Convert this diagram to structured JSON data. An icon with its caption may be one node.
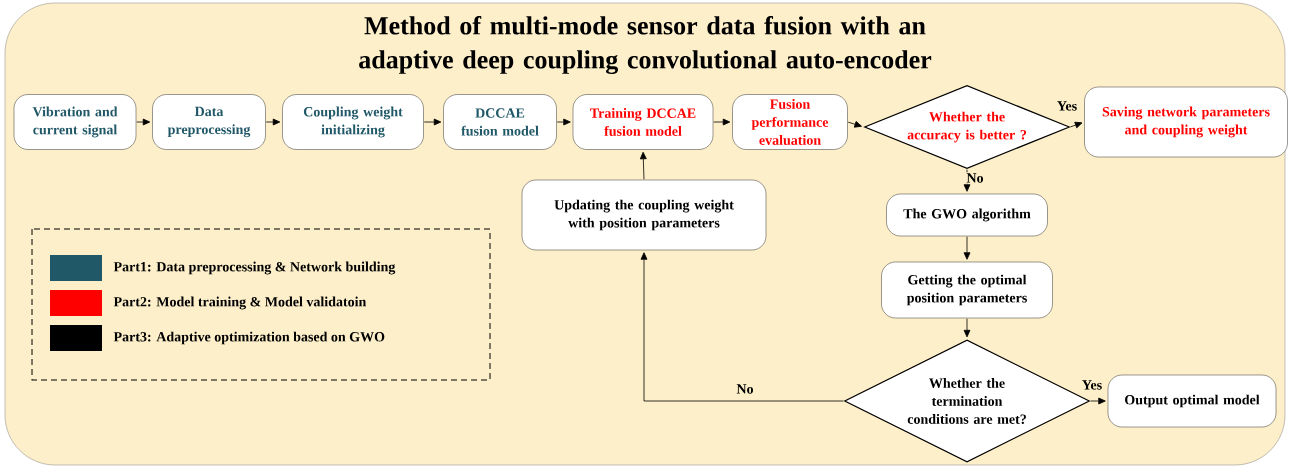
{
  "diagram": {
    "title": "Method of multi-mode sensor data fusion with an adaptive deep coupling convolutional auto-encoder",
    "nodes": [
      {
        "text": [
          "Vibration and current signal"
        ]
      },
      {
        "text": [
          "Data preprocessing"
        ]
      },
      {
        "text": [
          "Coupling weight initializing"
        ]
      },
      {
        "text": [
          "DCCAE fusion model"
        ]
      },
      {
        "text": [
          "Training DCCAE fusion model"
        ]
      },
      {
        "text": [
          "Fusion performance evaluation"
        ]
      },
      {
        "text": [
          "Whether the accuracy is better ?"
        ]
      },
      {
        "text": [
          "Saving network parameters and coupling weight"
        ]
      },
      {
        "text": [
          "Updating the coupling weight with position parameters"
        ]
      },
      {
        "text": [
          "The GWO algorithm"
        ]
      },
      {
        "text": [
          "Getting the optimal position parameters"
        ]
      },
      {
        "text": [
          "Whether the termination conditions are met?"
        ]
      },
      {
        "text": [
          "Output optimal model"
        ]
      }
    ],
    "edges": [
      {
        "from": 0,
        "to": 1,
        "arrow": "to"
      },
      {
        "from": 1,
        "to": 2,
        "arrow": "to"
      },
      {
        "from": 2,
        "to": 3,
        "arrow": "to"
      },
      {
        "from": 3,
        "to": 4,
        "arrow": "to"
      },
      {
        "from": 4,
        "to": 5,
        "arrow": "to"
      },
      {
        "from": 5,
        "to": 6,
        "arrow": "to"
      },
      {
        "from": 6,
        "to": 7,
        "arrow": "to",
        "label": "Yes"
      },
      {
        "from": 6,
        "to": 9,
        "arrow": "to",
        "label": "No"
      },
      {
        "from": 9,
        "to": 10,
        "arrow": "to"
      },
      {
        "from": 10,
        "to": 11,
        "arrow": "to"
      },
      {
        "from": 11,
        "to": 12,
        "arrow": "to",
        "label": "Yes"
      },
      {
        "from": 11,
        "to": 8,
        "arrow": "to",
        "label": "No"
      },
      {
        "from": 8,
        "to": 4,
        "arrow": "to"
      }
    ],
    "legend": [
      {
        "text": "Part1: Data preprocessing & Network building",
        "color": "#215868"
      },
      {
        "text": "Part2: Model training &  Model validatoin",
        "color": "#ff0000"
      },
      {
        "text": "Part3: Adaptive optimization based on GWO",
        "color": "#000000"
      }
    ]
  }
}
